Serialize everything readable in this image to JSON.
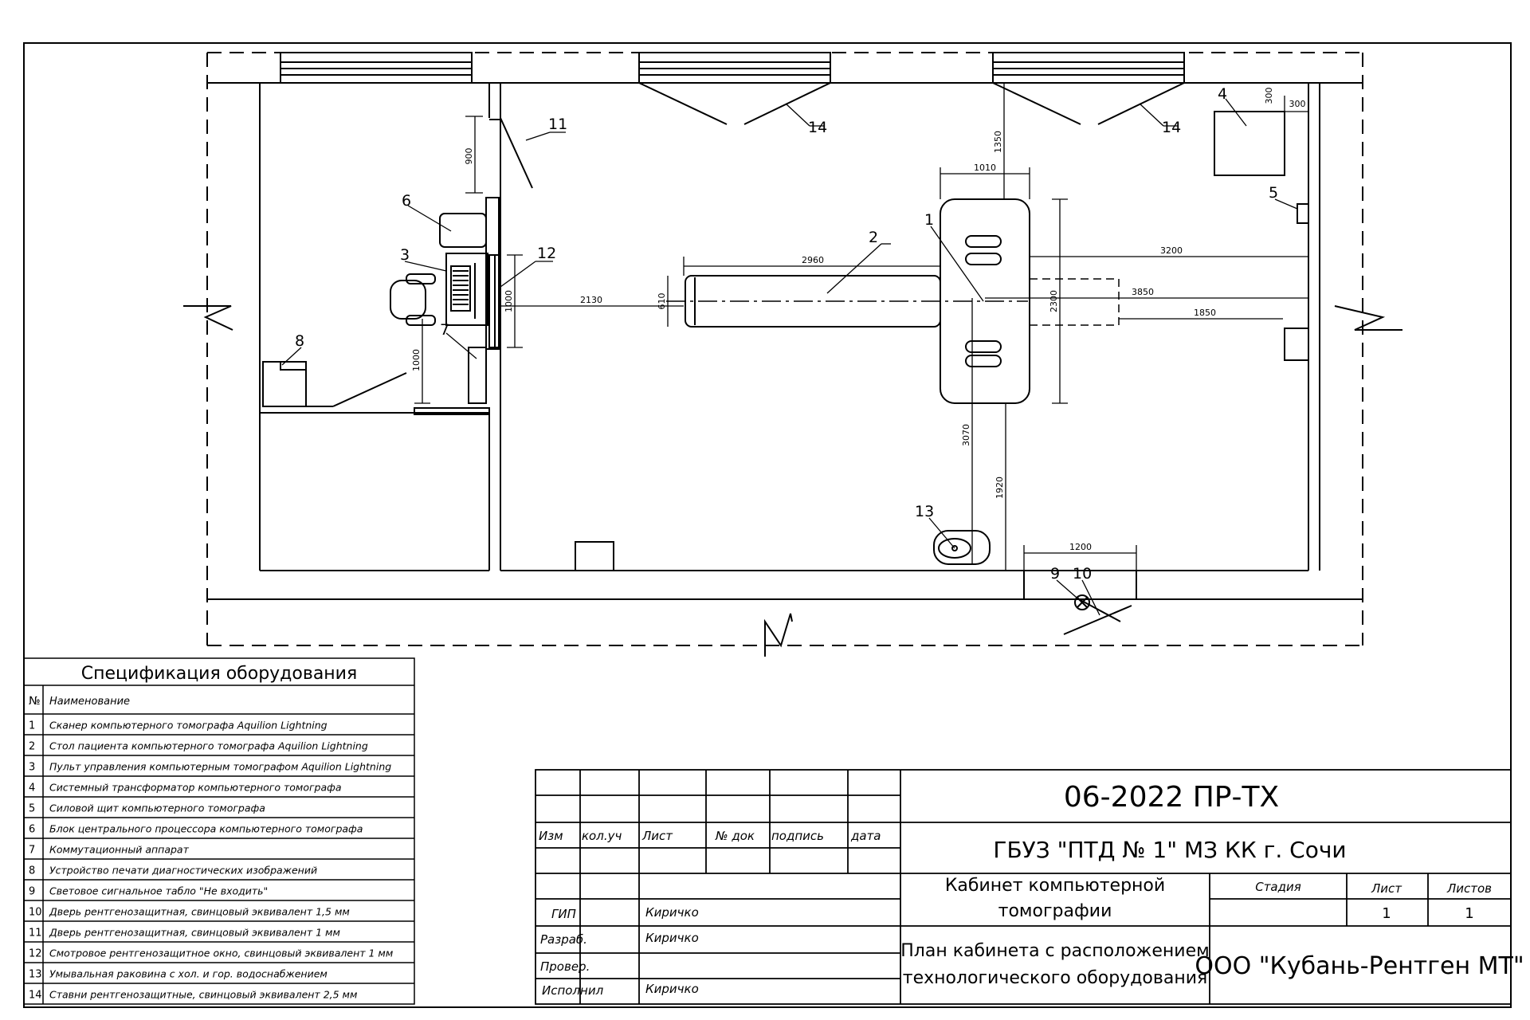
{
  "drawing": {
    "dimensions": [
      "900",
      "1350",
      "300",
      "300",
      "1010",
      "2960",
      "610",
      "2130",
      "1000",
      "2300",
      "3200",
      "3850",
      "1850",
      "1000",
      "3070",
      "1920",
      "1200"
    ],
    "callouts": [
      "1",
      "2",
      "3",
      "4",
      "5",
      "6",
      "7",
      "8",
      "9",
      "10",
      "11",
      "12",
      "13",
      "14",
      "14"
    ]
  },
  "spec": {
    "title": "Спецификация оборудования",
    "col_num": "№",
    "col_name": "Наименование",
    "rows": [
      {
        "num": "1",
        "name": "Сканер компьютерного томографа Aquilion Lightning"
      },
      {
        "num": "2",
        "name": "Стол пациента компьютерного томографа Aquilion Lightning"
      },
      {
        "num": "3",
        "name": "Пульт управления компьютерным томографом Aquilion Lightning"
      },
      {
        "num": "4",
        "name": "Системный трансформатор компьютерного томографа"
      },
      {
        "num": "5",
        "name": "Силовой щит компьютерного томографа"
      },
      {
        "num": "6",
        "name": "Блок центрального процессора компьютерного томографа"
      },
      {
        "num": "7",
        "name": "Коммутационный аппарат"
      },
      {
        "num": "8",
        "name": "Устройство печати диагностических изображений"
      },
      {
        "num": "9",
        "name": "Световое сигнальное табло \"Не входить\""
      },
      {
        "num": "10",
        "name": "Дверь рентгенозащитная, свинцовый эквивалент 1,5 мм"
      },
      {
        "num": "11",
        "name": "Дверь рентгенозащитная, свинцовый эквивалент 1 мм"
      },
      {
        "num": "12",
        "name": "Смотровое рентгенозащитное окно, свинцовый эквивалент 1 мм"
      },
      {
        "num": "13",
        "name": "Умывальная раковина с хол. и гор. водоснабжением"
      },
      {
        "num": "14",
        "name": "Ставни рентгенозащитные, свинцовый эквивалент 2,5 мм"
      }
    ]
  },
  "title_block": {
    "headers": {
      "izm": "Изм",
      "kol": "кол.уч",
      "list": "Лист",
      "ndoc": "№ док",
      "podpis": "подпись",
      "data": "дата"
    },
    "roles": [
      {
        "role": "ГИП",
        "name": "Киричко"
      },
      {
        "role": "Разраб.",
        "name": "Киричко"
      },
      {
        "role": "Провер.",
        "name": ""
      },
      {
        "role": "Исполнил",
        "name": "Киричко"
      }
    ],
    "code": "06-2022 ПР-ТХ",
    "organization": "ГБУЗ \"ПТД № 1\" МЗ КК г. Сочи",
    "room_title": [
      "Кабинет компьютерной",
      "томографии"
    ],
    "stage_label": "Стадия",
    "sheet_label": "Лист",
    "sheets_label": "Листов",
    "sheet_value": "1",
    "sheets_value": "1",
    "drawing_title": [
      "План кабинета с расположением",
      "технологического оборудования"
    ],
    "company": "ООО \"Кубань-Рентген МТ\""
  }
}
